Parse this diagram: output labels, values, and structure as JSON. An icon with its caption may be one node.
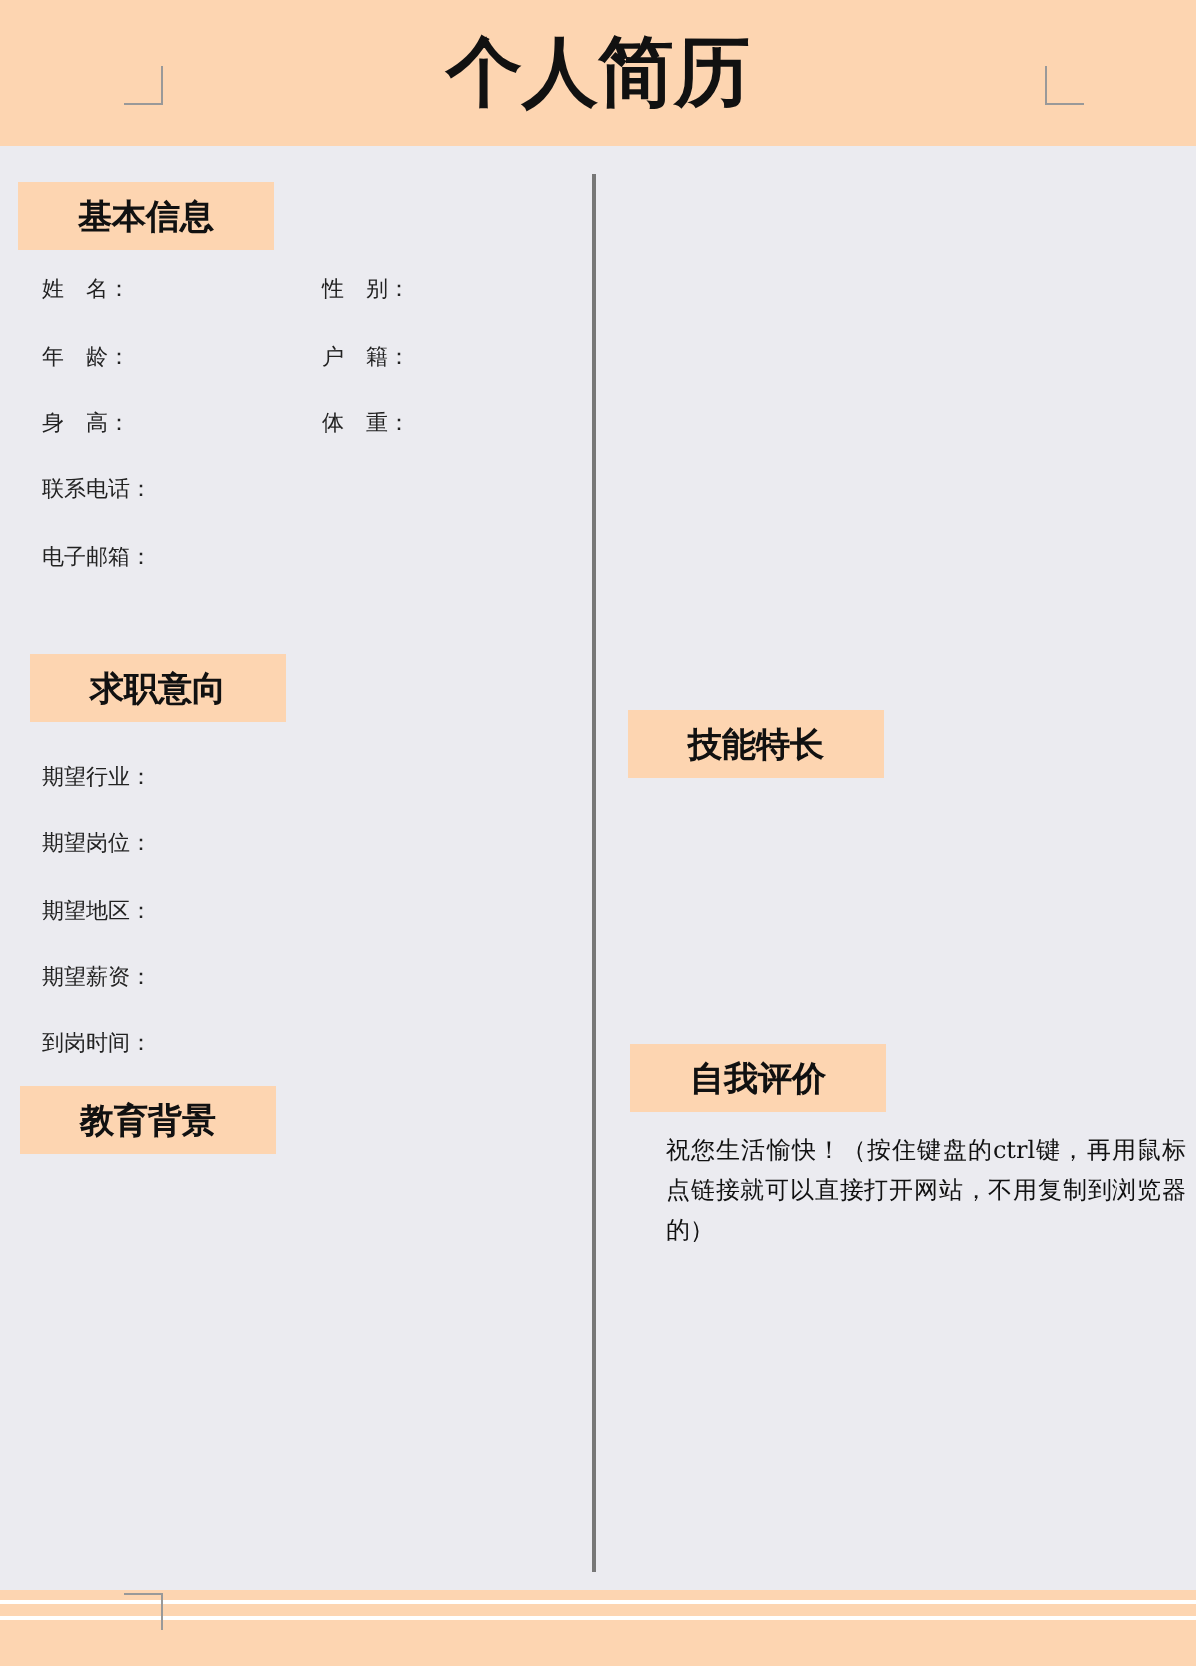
{
  "diagram": {
    "title": "个人简历",
    "nodes": [
      {
        "text": [
          "基本信息"
        ]
      },
      {
        "text": [
          "求职意向"
        ]
      },
      {
        "text": [
          "教育背景"
        ]
      },
      {
        "text": [
          "技能特长"
        ]
      },
      {
        "text": [
          "自我评价"
        ]
      }
    ],
    "labels": [
      "姓　名：",
      "性　别：",
      "年　龄：",
      "户　籍：",
      "身　高：",
      "体　重：",
      "联系电话：",
      "电子邮箱：",
      "期望行业：",
      "期望岗位：",
      "期望地区：",
      "期望薪资：",
      "到岗时间：",
      "祝您生活愉快！（按住键盘的ctrl键，再用鼠标点链接就可以直接打开网站，不用复制到浏览器的）"
    ]
  }
}
